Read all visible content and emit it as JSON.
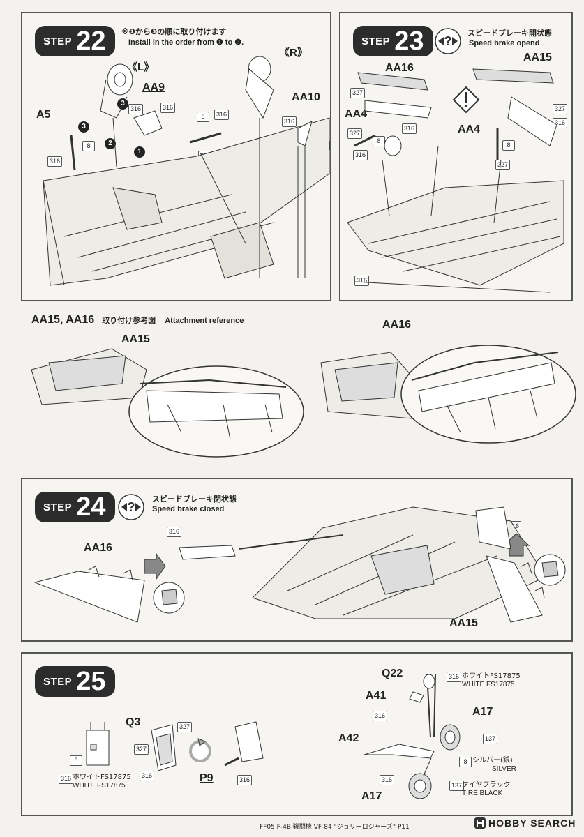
{
  "step22": {
    "word": "STEP",
    "num": "22",
    "note_jp": "※❶から❸の順に取り付けます",
    "note_en": "Install in the order from ❶ to ❸.",
    "left": "《L》",
    "right": "《R》",
    "parts": {
      "aa9": "AA9",
      "aa10": "AA10",
      "a5": "A5",
      "a6": "A6"
    },
    "tags": {
      "t316": "316",
      "t8": "8"
    },
    "order": {
      "c1": "1",
      "c2": "2",
      "c3": "3"
    }
  },
  "step23": {
    "word": "STEP",
    "num": "23",
    "title_jp": "スピードブレーキ開状態",
    "title_en": "Speed brake opend",
    "parts": {
      "aa16": "AA16",
      "aa15": "AA15",
      "aa4": "AA4"
    },
    "tags": {
      "t327": "327",
      "t316": "316",
      "t8": "8"
    }
  },
  "reference": {
    "title_parts": "AA15, AA16",
    "title_jp": "取り付け参考図",
    "title_en": "Attachment reference",
    "aa15": "AA15",
    "aa16": "AA16"
  },
  "step24": {
    "word": "STEP",
    "num": "24",
    "title_jp": "スピードブレーキ閉状態",
    "title_en": "Speed brake closed",
    "aa16": "AA16",
    "aa15": "AA15",
    "tag316": "316"
  },
  "step25": {
    "word": "STEP",
    "num": "25",
    "parts": {
      "q3": "Q3",
      "p9": "P9",
      "q22": "Q22",
      "a41": "A41",
      "a17": "A17",
      "a42": "A42"
    },
    "tags": {
      "t316": "316",
      "t327": "327",
      "t8": "8",
      "t137": "137"
    },
    "paint": {
      "white_jp": "ホワイトFS17875",
      "white_en": "WHITE FS17875",
      "silver_jp": "シルバー(銀)",
      "silver_en": "SILVER",
      "tire_jp": "タイヤブラック",
      "tire_en": "TIRE BLACK"
    }
  },
  "footer": {
    "text": "FF05 F-4B 戦闘機 VF-84 \"ジョリーロジャーズ\" P11",
    "logo": "HOBBY SEARCH"
  }
}
